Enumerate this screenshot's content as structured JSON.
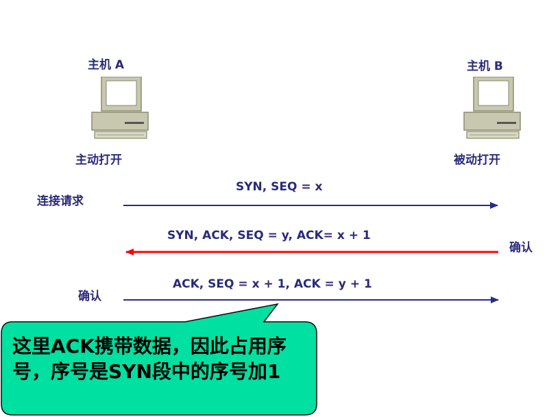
{
  "hosts": {
    "a": {
      "name": "主机 A",
      "state": "主动打开",
      "icon": "desktop-computer-icon"
    },
    "b": {
      "name": "主机 B",
      "state": "被动打开",
      "icon": "desktop-computer-icon"
    }
  },
  "steps": [
    {
      "side_label": "连接请求",
      "message": "SYN, SEQ = x",
      "direction": "a-to-b",
      "color": "#2a2a8a"
    },
    {
      "side_label": "确认",
      "message": "SYN, ACK, SEQ = y, ACK= x + 1",
      "direction": "b-to-a",
      "color": "#ff0000"
    },
    {
      "side_label": "确认",
      "message": "ACK, SEQ = x + 1, ACK = y + 1",
      "direction": "a-to-b",
      "color": "#2a2a8a"
    }
  ],
  "callout": {
    "text": "这里ACK携带数据，因此占用序号，序号是SYN段中的序号加1",
    "fill": "#00e0a0",
    "border": "#0a0a0a"
  }
}
